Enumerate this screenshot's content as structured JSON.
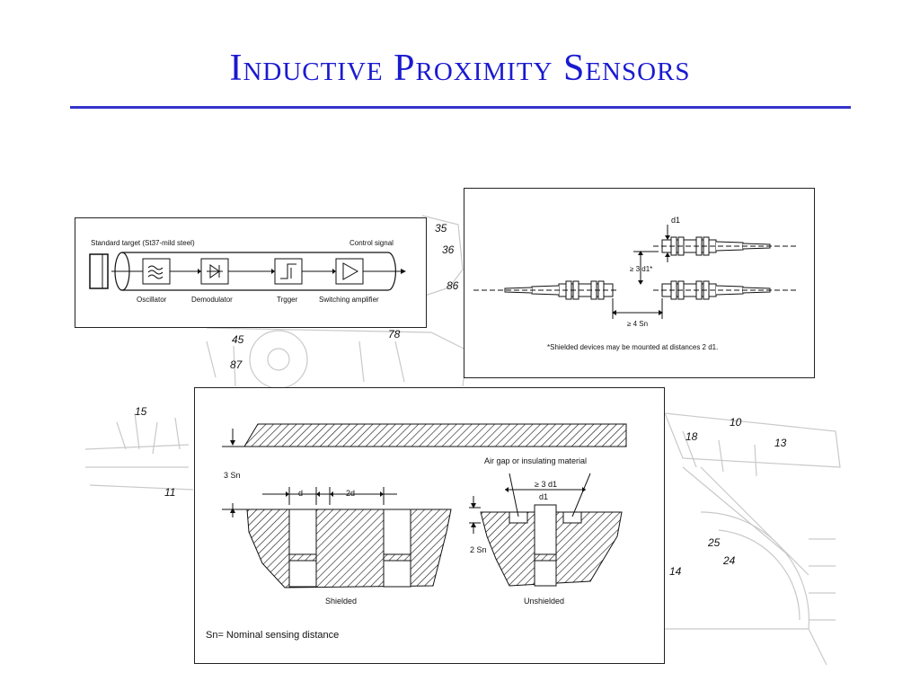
{
  "slide": {
    "title": "Inductive Proximity Sensors",
    "accent_color": "#1a1ad0",
    "rule_color": "#3333cc"
  },
  "block_diagram": {
    "target_label": "Standard target (St37-mild steel)",
    "output_label": "Control signal",
    "blocks": [
      {
        "label": "Oscillator",
        "icon": "wave-icon"
      },
      {
        "label": "Demodulator",
        "icon": "diode-icon"
      },
      {
        "label": "Trgger",
        "icon": "trigger-icon"
      },
      {
        "label": "Switching amplifier",
        "icon": "amplifier-icon"
      }
    ]
  },
  "mounting_diagram": {
    "d1_label": "d1",
    "vertical_gap_label": "≥ 3 d1*",
    "horizontal_gap_label": "≥ 4 Sn",
    "footnote": "*Shielded devices may be mounted at distances 2 d1."
  },
  "shielding_diagram": {
    "gap_label_3sn": "3 Sn",
    "d_label": "d",
    "2d_label": "2d",
    "air_gap_label": "Air gap or insulating material",
    "ge3d1_label": "≥ 3 d1",
    "d1_label": "d1",
    "gap_label_2sn": "2 Sn",
    "shielded_label": "Shielded",
    "unshielded_label": "Unshielded",
    "legend": "Sn= Nominal sensing distance"
  },
  "background_numbers": [
    "35",
    "36",
    "86",
    "45",
    "87",
    "78",
    "15",
    "11",
    "18",
    "13",
    "25",
    "14",
    "24",
    "10"
  ]
}
